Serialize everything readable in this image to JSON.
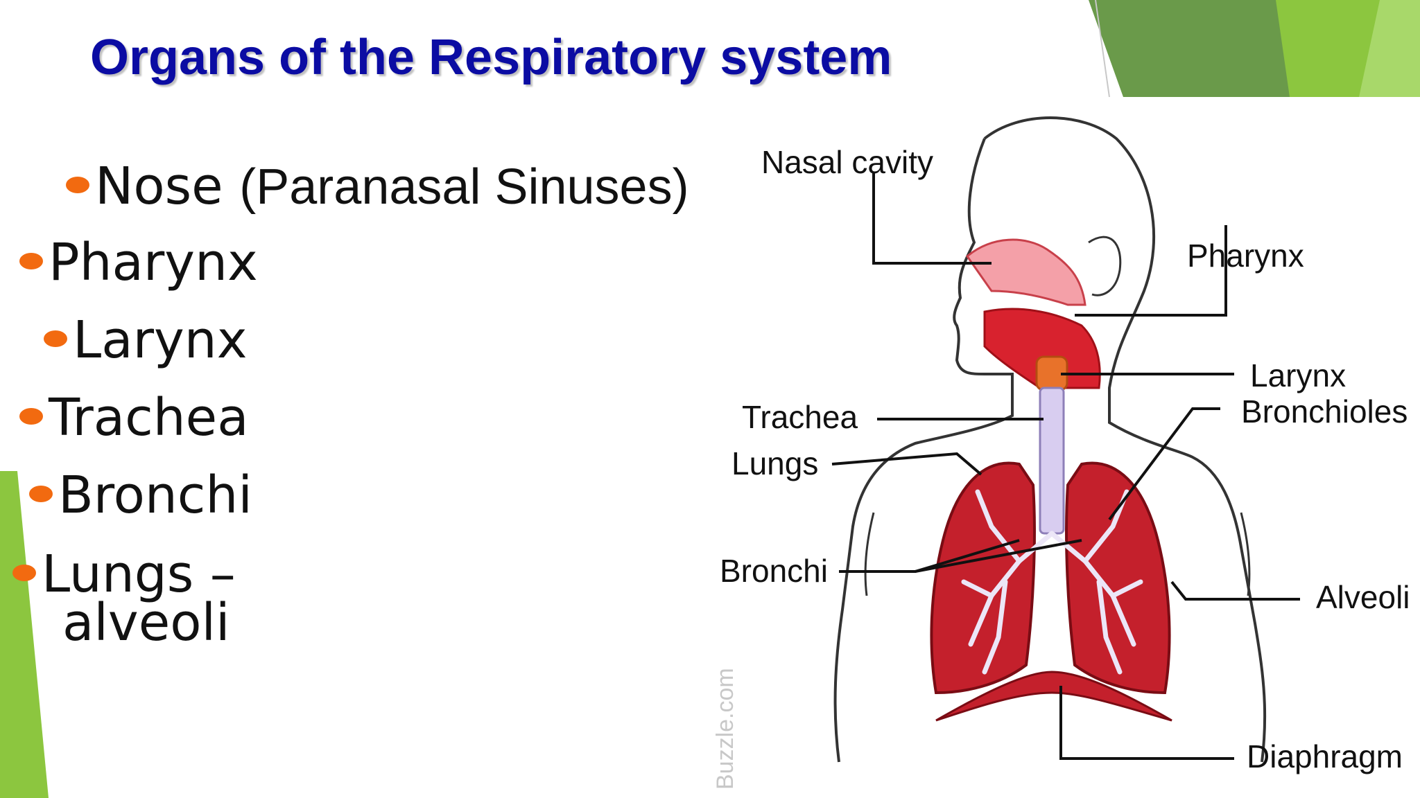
{
  "slide": {
    "title": "Organs of the Respiratory system",
    "bullets": [
      {
        "label": "Nose",
        "sub": "(Paranasal Sinuses)"
      },
      {
        "label": "Pharynx"
      },
      {
        "label": "Larynx"
      },
      {
        "label": "Trachea"
      },
      {
        "label": "Bronchi"
      },
      {
        "label": "Lungs –",
        "line2": "alveoli"
      }
    ],
    "colors": {
      "title": "#0b0ca3",
      "bullet_dot": "#f26a10",
      "accent_green": "#7dbb3a"
    }
  },
  "diagram": {
    "labels": {
      "nasal_cavity": "Nasal cavity",
      "pharynx": "Pharynx",
      "larynx": "Larynx",
      "bronchioles": "Bronchioles",
      "trachea": "Trachea",
      "lungs": "Lungs",
      "bronchi": "Bronchi",
      "alveoli": "Alveoli",
      "diaphragm": "Diaphragm"
    },
    "watermark": "Buzzle.com"
  }
}
